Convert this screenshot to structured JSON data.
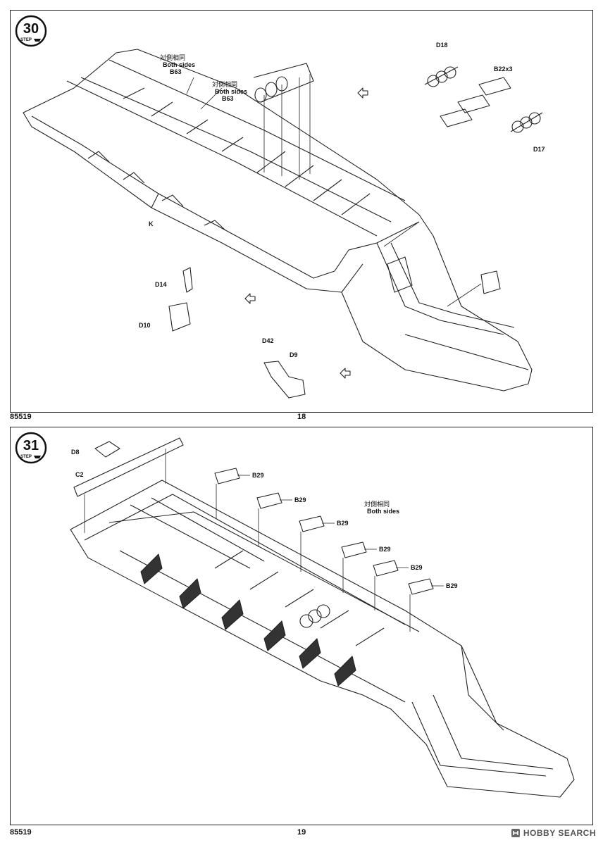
{
  "page_top": {
    "code": "85519",
    "number": "18"
  },
  "page_bottom": {
    "code": "85519",
    "number": "19"
  },
  "step30": {
    "number": "30",
    "badge_word": "STEP",
    "callouts": {
      "both_sides_1_cjk": "対側相同",
      "both_sides_1_en": "Both sides",
      "b63_1": "B63",
      "both_sides_2_cjk": "対側相同",
      "both_sides_2_en": "Both sides",
      "b63_2": "B63",
      "d18": "D18",
      "b22": "B22x3",
      "d17": "D17",
      "k": "K",
      "d14": "D14",
      "d10": "D10",
      "d42": "D42",
      "d9": "D9"
    }
  },
  "step31": {
    "number": "31",
    "badge_word": "STEP",
    "callouts": {
      "d8": "D8",
      "c2": "C2",
      "b29": "B29",
      "both_sides_cjk": "対側相同",
      "both_sides_en": "Both sides"
    }
  },
  "watermark": {
    "text": "HOBBY SEARCH"
  }
}
